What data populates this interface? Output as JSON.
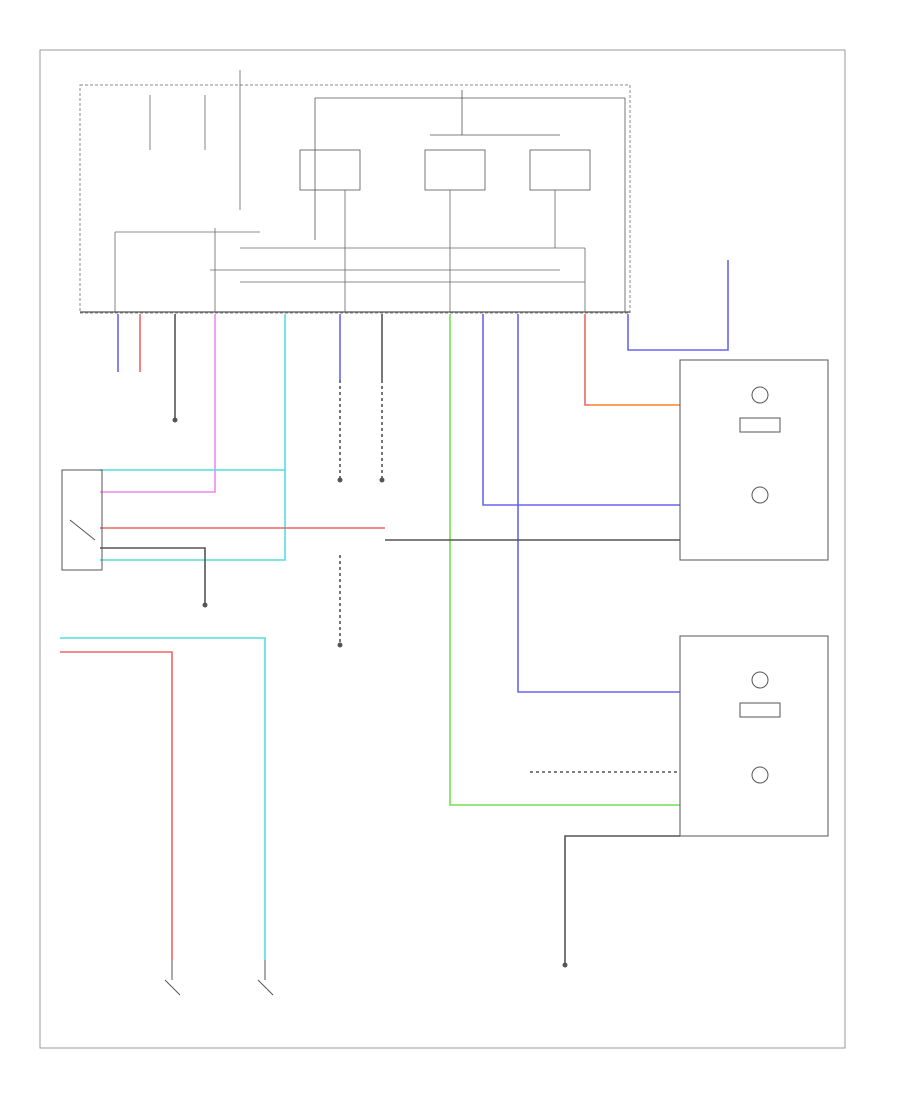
{
  "diagram": {
    "footer_code": "",
    "colors": {
      "frame": "#999999",
      "wire_black": "#555555",
      "wire_blue": "#6666ee",
      "wire_red": "#ee6666",
      "wire_pink": "#ee88ee",
      "wire_cyan": "#55dddd",
      "wire_green": "#77dd55",
      "wire_orange": "#ff9944"
    },
    "components": [
      {
        "id": "ipdm",
        "icon": "fuse-relay-block-icon",
        "label": ""
      },
      {
        "id": "combination-switch",
        "icon": "switch-icon",
        "label": ""
      },
      {
        "id": "combination-meter",
        "icon": "connector-icon",
        "label": ""
      },
      {
        "id": "right-headlamp",
        "icon": "headlamp-icon",
        "label": ""
      },
      {
        "id": "left-headlamp",
        "icon": "headlamp-icon",
        "label": ""
      },
      {
        "id": "right-door-switch",
        "icon": "switch-icon",
        "label": ""
      },
      {
        "id": "left-door-switch",
        "icon": "switch-icon",
        "label": ""
      },
      {
        "id": "ground-point",
        "icon": "ground-icon",
        "label": ""
      }
    ]
  }
}
